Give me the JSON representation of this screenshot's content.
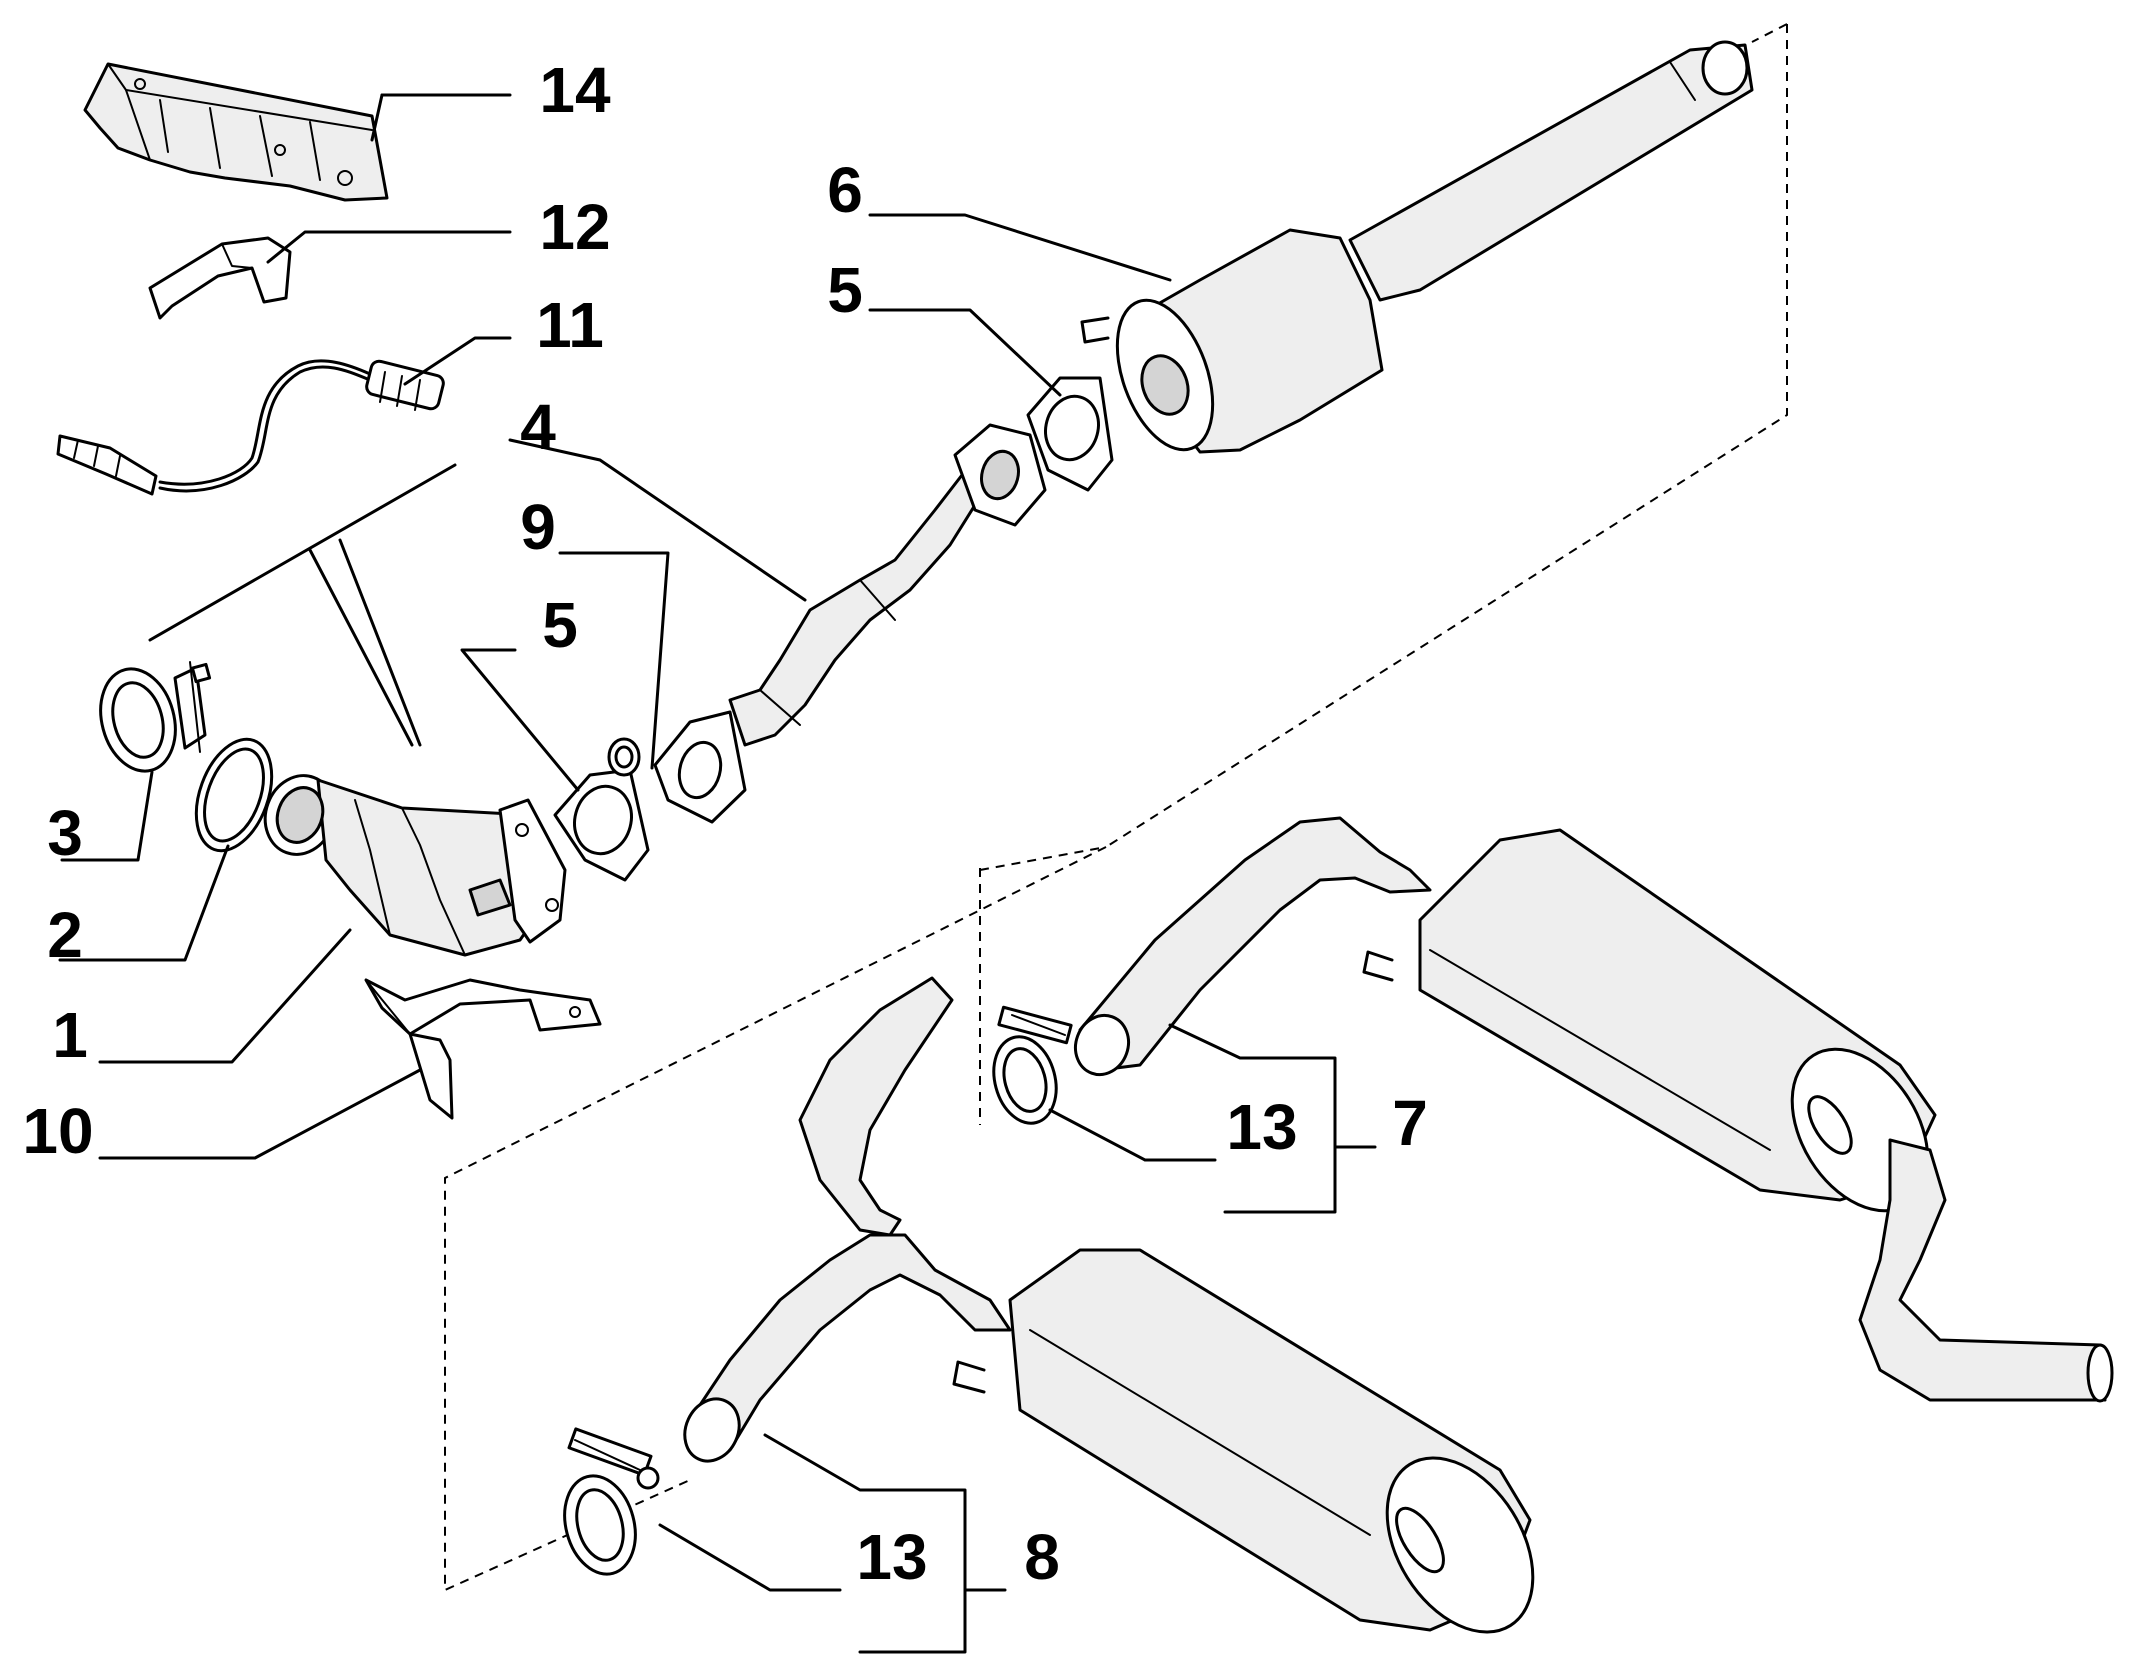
{
  "diagram": {
    "labels": {
      "p1": "1",
      "p2": "2",
      "p3": "3",
      "p4": "4",
      "p5a": "5",
      "p5b": "5",
      "p6": "6",
      "p7": "7",
      "p8": "8",
      "p9": "9",
      "p10": "10",
      "p11": "11",
      "p12": "12",
      "p13a": "13",
      "p13b": "13",
      "p14": "14"
    }
  }
}
